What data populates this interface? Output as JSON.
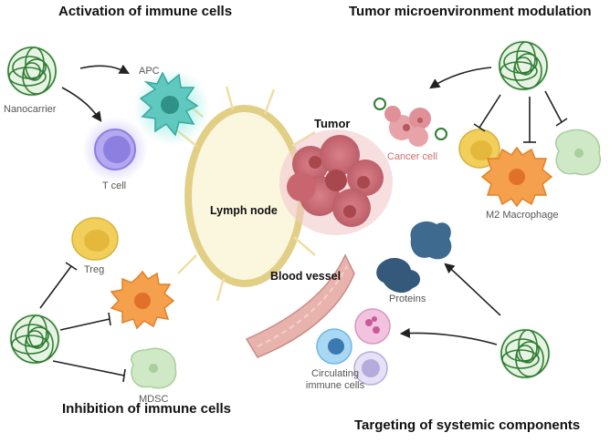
{
  "headings": {
    "top_left": "Activation of immune cells",
    "top_right": "Tumor microenvironment modulation",
    "bottom_left": "Inhibition of immune cells",
    "bottom_right": "Targeting of systemic components"
  },
  "labels": {
    "nanocarrier": "Nanocarrier",
    "apc": "APC",
    "t_cell": "T cell",
    "tumor": "Tumor",
    "cancer_cell": "Cancer cell",
    "lymph_node": "Lymph node",
    "m2_macrophage": "M2 Macrophage",
    "treg": "Treg",
    "blood_vessel": "Blood vessel",
    "proteins": "Proteins",
    "mdsc": "MDSC",
    "circulating_line1": "Circulating",
    "circulating_line2": "immune cells"
  },
  "colors": {
    "nanocarrier": "#2e7d32",
    "apc": "#5fc9c0",
    "t_cell": "#9b8fe0",
    "lymph_node_fill": "#fbf6de",
    "lymph_node_border": "#e2cf86",
    "tumor": "#c96b72",
    "treg": "#f1cf5a",
    "macrophage": "#f5a04d",
    "mdsc": "#cfe8c6",
    "protein": "#3f6a8f",
    "vessel": "#e9b3ad"
  }
}
